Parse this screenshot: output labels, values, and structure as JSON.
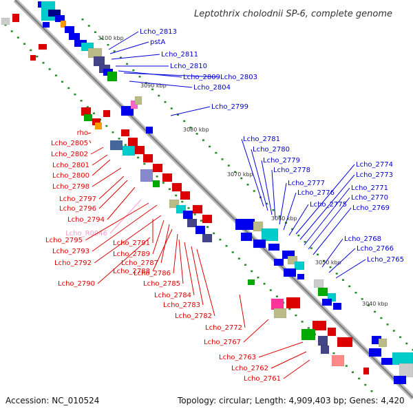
{
  "title": "Leptothrix cholodnii SP-6, complete genome",
  "footer": {
    "accession": "Accession: NC_010524",
    "topology": "Topology: circular; Length: 4,909,403 bp; Genes: 4,420"
  },
  "colors": {
    "forward": "#0000ee",
    "reverse": "#ee0000",
    "rna": "#ff99cc",
    "backbone": "#999999",
    "tick": "#228b22"
  },
  "kbp_marks": [
    "3100 kbp",
    "3090 kbp",
    "3080 kbp",
    "3070 kbp",
    "3060 kbp",
    "3050 kbp",
    "3040 kbp"
  ],
  "gene_labels_forward": [
    "Lcho_2813",
    "pstA",
    "Lcho_2811",
    "Lcho_2810",
    "Lcho_2809",
    "Lcho_2803",
    "Lcho_2804",
    "Lcho_2799",
    "Lcho_2781",
    "Lcho_2780",
    "Lcho_2779",
    "Lcho_2778",
    "Lcho_2777",
    "Lcho_2776",
    "Lcho_2775",
    "Lcho_2774",
    "Lcho_2773",
    "Lcho_2771",
    "Lcho_2770",
    "Lcho_2769",
    "Lcho_2768",
    "Lcho_2766",
    "Lcho_2765"
  ],
  "gene_labels_reverse": [
    "rho",
    "Lcho_2805",
    "Lcho_2802",
    "Lcho_2801",
    "Lcho_2800",
    "Lcho_2798",
    "Lcho_2797",
    "Lcho_2796",
    "Lcho_2794",
    "Lcho_R0046",
    "Lcho_2795",
    "Lcho_2793",
    "Lcho_2791",
    "Lcho_2792",
    "Lcho_2789",
    "Lcho_2787",
    "Lcho_2788",
    "Lcho_2786",
    "Lcho_2790",
    "Lcho_2785",
    "Lcho_2784",
    "Lcho_2783",
    "Lcho_2782",
    "Lcho_2772",
    "Lcho_2767",
    "Lcho_2763",
    "Lcho_2762",
    "Lcho_2761"
  ]
}
